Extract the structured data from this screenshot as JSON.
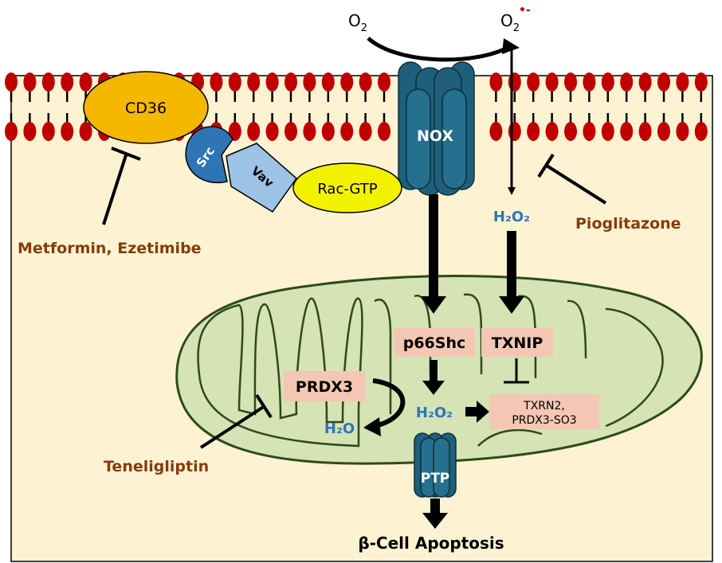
{
  "molecules": {
    "o2_left": "O",
    "o2_left_sub": "2",
    "o2_right": "O",
    "o2_right_sub": "2",
    "o2_right_sup": "•-",
    "cd36": "CD36",
    "src": "Src",
    "vav": "Vav",
    "rac_gtp": "Rac-GTP",
    "nox": "NOX",
    "h2o2_cytosol": "H₂O₂",
    "p66shc": "p66Shc",
    "txnip": "TXNIP",
    "prdx3": "PRDX3",
    "h2o2_mito": "H₂O₂",
    "h2o": "H₂O",
    "txrn2_line1": "TXRN2,",
    "txrn2_line2": "PRDX3-SO3",
    "ptp": "PTP",
    "apoptosis": "β-Cell Apoptosis"
  },
  "drugs": {
    "metformin": "Metformin, Ezetimibe",
    "pioglitazone": "Pioglitazone",
    "teneligliptin": "Teneligliptin"
  },
  "colors": {
    "cell_fill": "#fdf3d3",
    "membrane_head": "#c00000",
    "cd36_fill": "#f5b800",
    "src_fill": "#2e75b6",
    "vav_fill": "#9dc3e6",
    "rac_fill": "#f2f200",
    "nox_fill": "#1f5f7a",
    "mito_fill": "#d5e3b5",
    "label_box": "#f4c7b4",
    "drug_text": "#843c0c",
    "h2o2_text": "#2e75b6"
  }
}
